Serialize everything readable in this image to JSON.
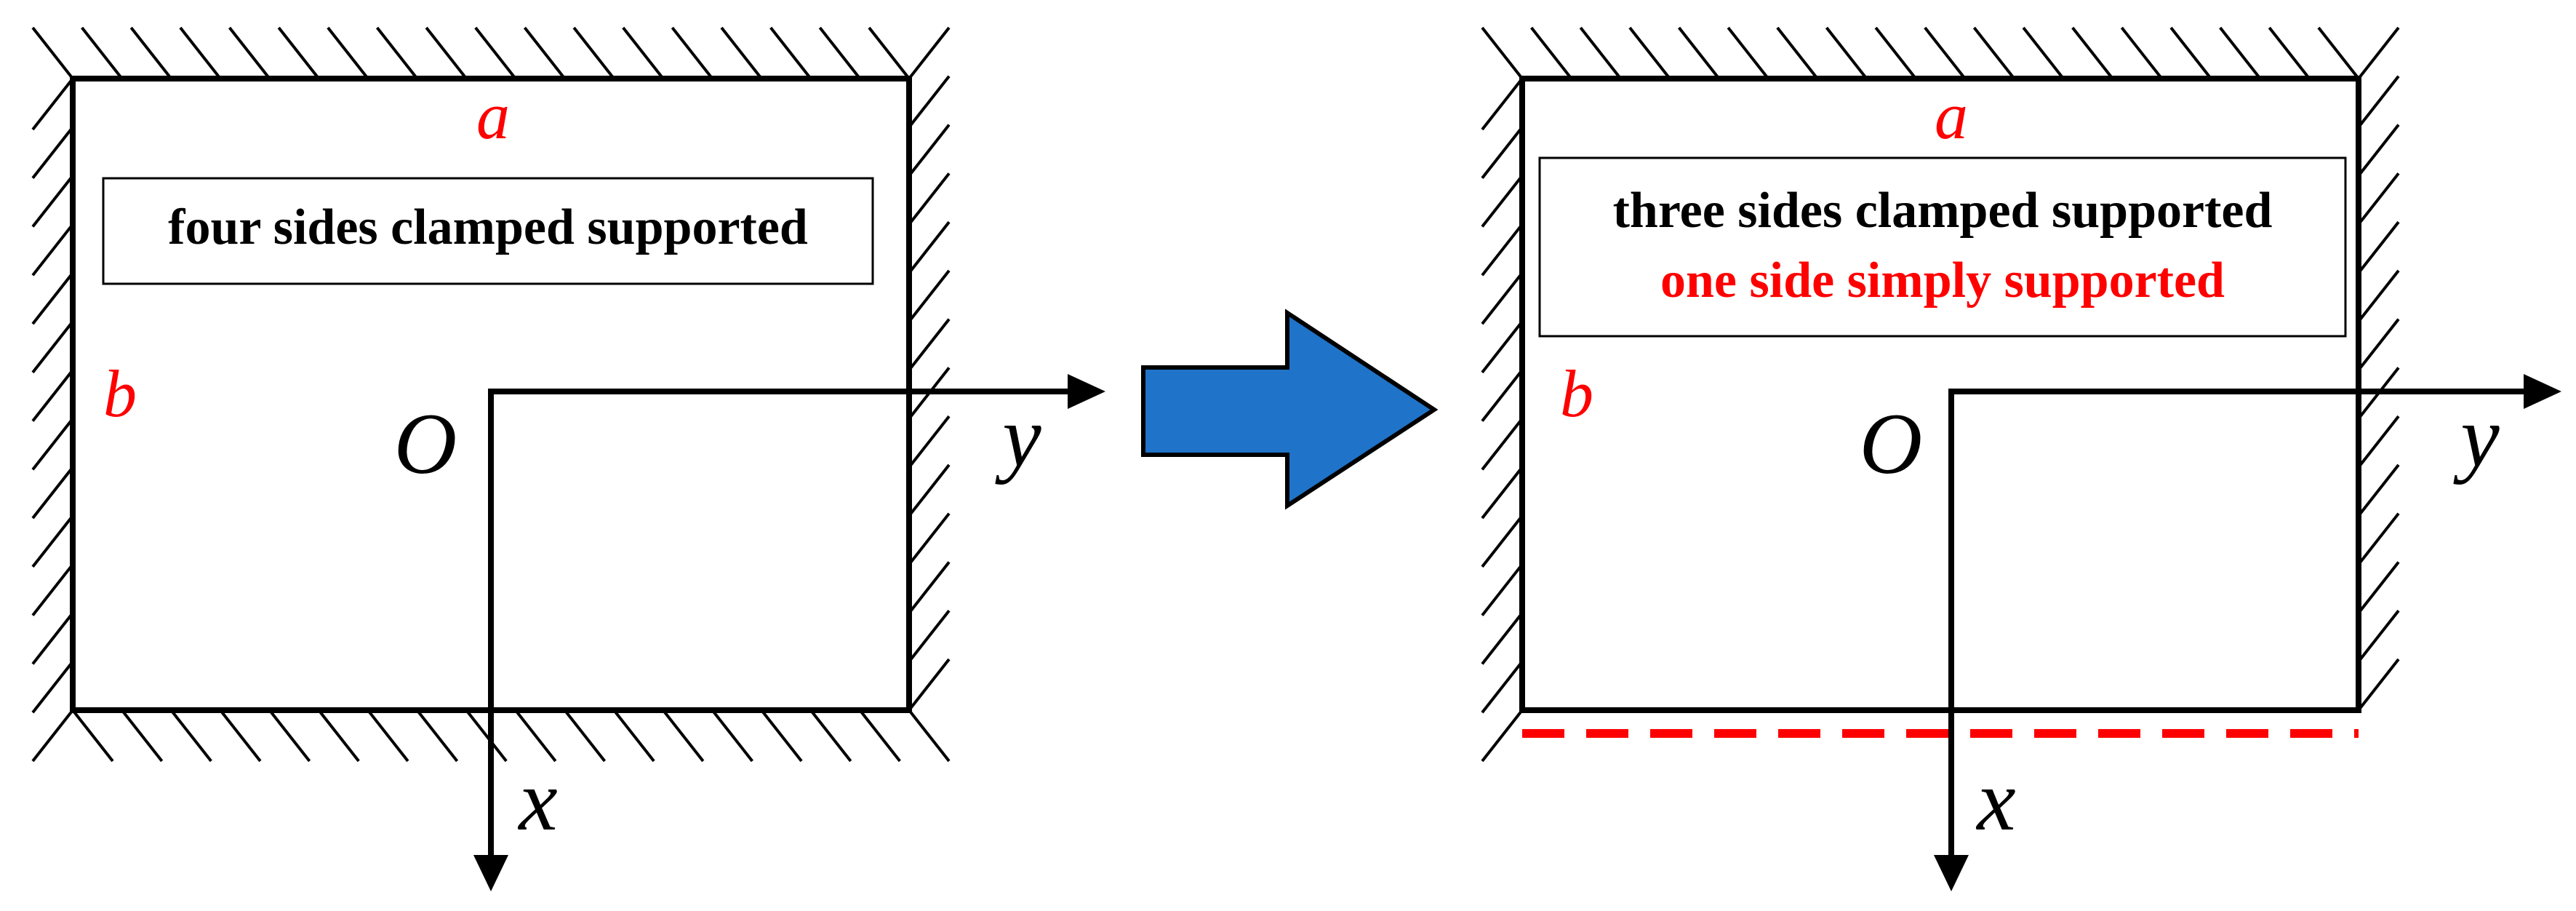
{
  "left_panel": {
    "label_a": "a",
    "label_b": "b",
    "origin": "O",
    "axis_y": "y",
    "axis_x": "x",
    "boundary_text": "four sides clamped supported"
  },
  "right_panel": {
    "label_a": "a",
    "label_b": "b",
    "origin": "O",
    "axis_y": "y",
    "axis_x": "x",
    "boundary_text_line1": "three sides clamped supported",
    "boundary_text_line2": "one side simply supported"
  },
  "arrow": {
    "direction": "right",
    "color": "#1f73c8"
  },
  "colors": {
    "dimension_label": "#ff0000",
    "simply_supported_edge": "#ff0000",
    "line": "#000000"
  }
}
